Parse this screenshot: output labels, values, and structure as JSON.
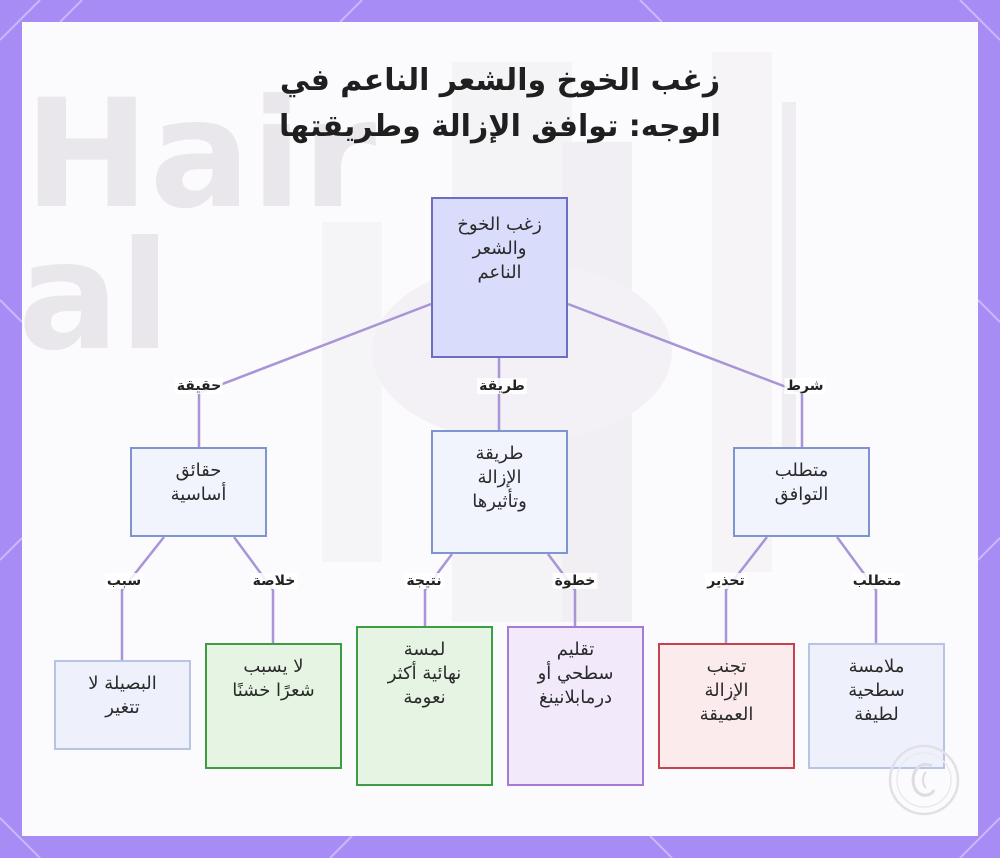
{
  "title": {
    "line1": "زغب الخوخ والشعر الناعم في",
    "line2": "الوجه: توافق الإزالة وطريقتها"
  },
  "background": {
    "word1": "Hair",
    "word2": "al"
  },
  "nodes": {
    "root": {
      "lines": [
        "زغب الخوخ",
        "والشعر",
        "الناعم"
      ]
    },
    "facts": {
      "lines": [
        "حقائق",
        "أساسية"
      ]
    },
    "method": {
      "lines": [
        "طريقة",
        "الإزالة",
        "وتأثيرها"
      ]
    },
    "requirement": {
      "lines": [
        "متطلب",
        "التوافق"
      ]
    },
    "bulb": {
      "lines": [
        "البصيلة لا",
        "تتغير"
      ]
    },
    "no_coarse": {
      "lines": [
        "لا يسبب",
        "شعرًا خشنًا"
      ]
    },
    "soft_touch": {
      "lines": [
        "لمسة",
        "نهائية أكثر",
        "نعومة"
      ]
    },
    "shave": {
      "lines": [
        "تقليم",
        "سطحي أو",
        "درمابلانينغ"
      ]
    },
    "avoid_deep": {
      "lines": [
        "تجنب",
        "الإزالة",
        "العميقة"
      ]
    },
    "gentle": {
      "lines": [
        "ملامسة",
        "سطحية",
        "لطيفة"
      ]
    }
  },
  "edge_labels": {
    "fact": "حقيقة",
    "method": "طريقة",
    "condition": "شرط",
    "cause": "سبب",
    "conclusion": "خلاصة",
    "result": "نتيجة",
    "step": "خطوة",
    "warning": "تحذير",
    "requirement": "متطلب"
  },
  "colors": {
    "frame": "#a68cf4",
    "edge": "#a994d8",
    "root_fill": "#dadcfb",
    "root_border": "#6a6fbf",
    "blue_fill": "#f1f4fd",
    "blue_border": "#7f95cf",
    "light_fill": "#eef1fb",
    "light_border": "#b8c4e6",
    "green_fill": "#e6f4e3",
    "green_border": "#3e9c45",
    "purple_fill": "#f2e9fb",
    "purple_border": "#a57bd6",
    "red_fill": "#fcebed",
    "red_border": "#c8414f"
  }
}
